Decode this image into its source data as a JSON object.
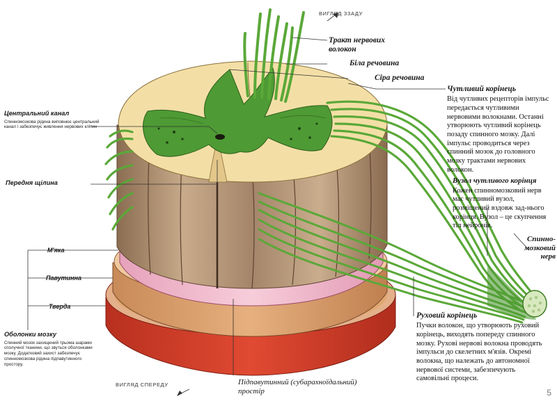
{
  "page_number": "5",
  "view_back": "ВИГЛЯД ЗЗАДУ",
  "view_front": "ВИГЛЯД СПЕРЕДУ",
  "labels": {
    "tract": "Тракт нервових волокон",
    "white_matter": "Біла речовина",
    "grey_matter": "Сіра речовина",
    "central_canal": {
      "title": "Центральний канал",
      "text": "Спинномозкова рідина виповнює центральний канал і забезпечує живлення нервових клітин"
    },
    "anterior_fissure": "Передня щілина",
    "pia": "М'яка",
    "arachnoid": "Павутинна",
    "dura": "Тверда",
    "meninges": {
      "title": "Оболонки мозку",
      "text": "Спинний мозок захищений трьома шарами сполучної тканини, що звуться оболонками мозку. Додатковий захист забезпечує спинномозкова рідина підпавутинного простору."
    },
    "subarachnoid": "Підпавутинний (субарахноїдальний) простір",
    "sensory_root": {
      "title": "Чутливий корінець",
      "text": "Від чутливих рецепторів імпульс передається чутливими нервовими волокнами. Останні утворюють чутливий корінець позаду спинного мозку. Далі імпульс проводиться через спинний мозок до головного мозку трактами нервових волокон."
    },
    "ganglion": {
      "title": "Вузол чутливого корінця",
      "text": "Кожен спинномозковий нерв має чутливий вузол, розміщений вздовж зад-нього корінця. Вузол – це скупчення тіл нейронів."
    },
    "spinal_nerve": "Спинно-мозковий нерв",
    "motor_root": {
      "title": "Руховий корінець",
      "text": "Пучки волокон, що утворюють руховий корінець, виходять попереду спинного мозку. Рухові нервові волокна проводять імпульси до скелетних м'язів. Окремі волокна, що належать до автономної нервової системи, забезпечують самовільні процеси."
    }
  },
  "colors": {
    "white_matter": "#f3dfa6",
    "grey_matter": "#4e9a34",
    "column": "#b99a7a",
    "pia": "#f2b9cc",
    "arachnoid": "#d99a66",
    "dura": "#d9412c",
    "nerve": "#5aa838"
  }
}
